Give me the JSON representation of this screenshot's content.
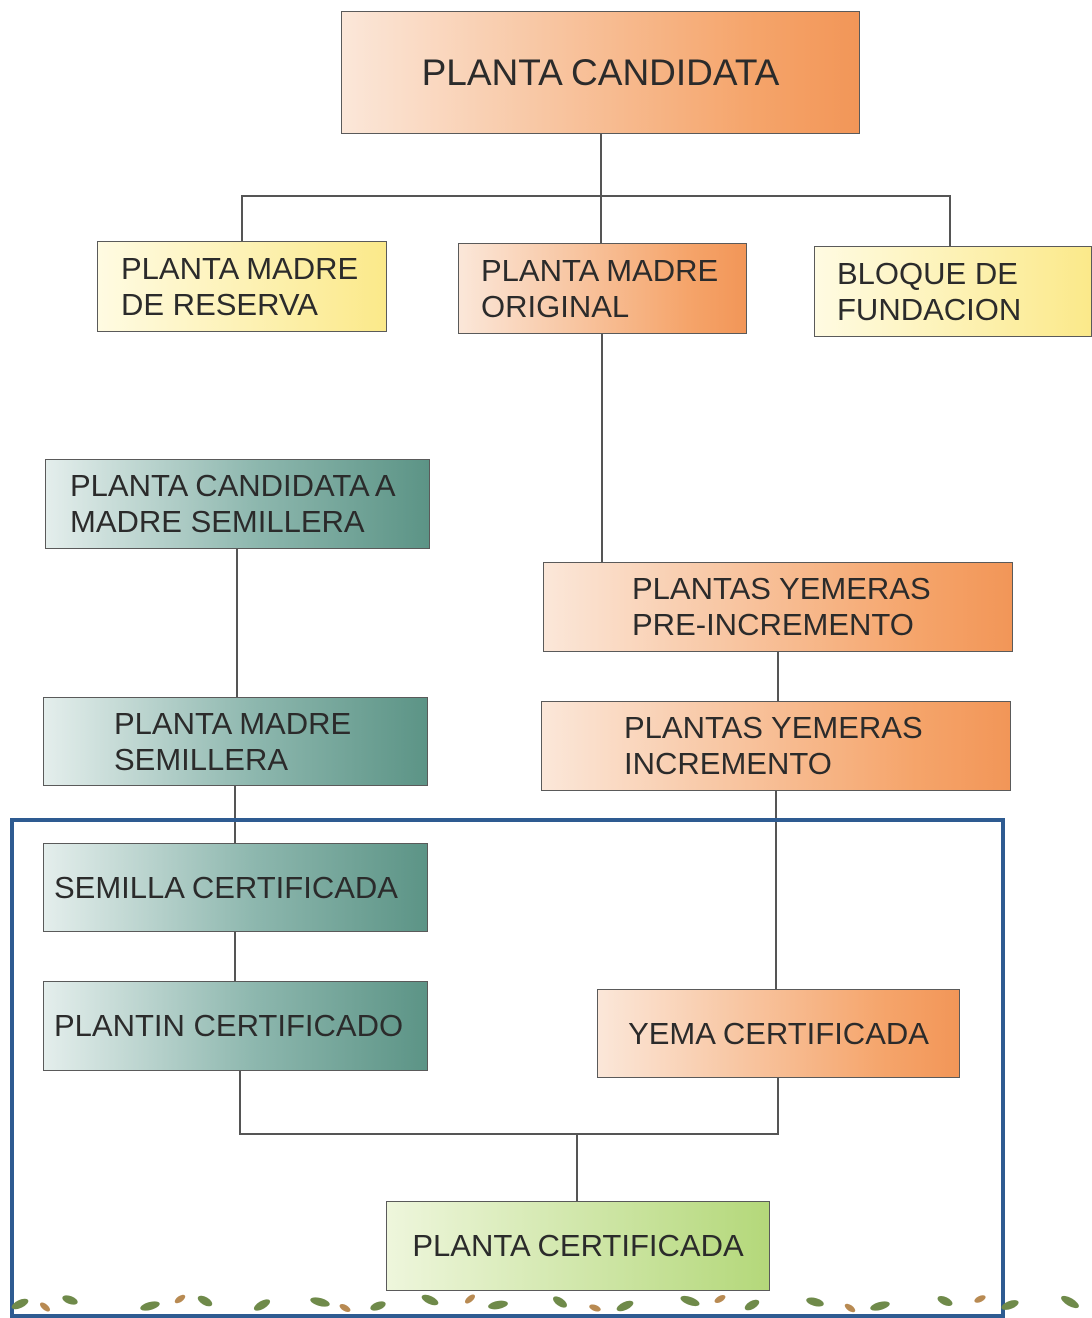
{
  "nodes": {
    "candidata": "PLANTA CANDIDATA",
    "madre_reserva": "PLANTA MADRE\nDE RESERVA",
    "madre_original": "PLANTA MADRE\nORIGINAL",
    "bloque_fundacion": "BLOQUE DE\nFUNDACION",
    "candidata_semillera": "PLANTA CANDIDATA A\nMADRE SEMILLERA",
    "madre_semillera": "PLANTA MADRE\nSEMILLERA",
    "yemeras_pre": "PLANTAS YEMERAS\nPRE-INCREMENTO",
    "yemeras_inc": "PLANTAS YEMERAS\nINCREMENTO",
    "semilla_cert": "SEMILLA  CERTIFICADA",
    "plantin_cert": "PLANTIN  CERTIFICADO",
    "yema_cert": "YEMA CERTIFICADA",
    "planta_cert": "PLANTA  CERTIFICADA"
  },
  "colors": {
    "orange": "#f29658",
    "yellow": "#fbe98a",
    "teal": "#5c9486",
    "green": "#b4d87a",
    "connector": "#555555",
    "frame": "#2e5b91"
  },
  "decoration": "leaf-pattern-footer"
}
